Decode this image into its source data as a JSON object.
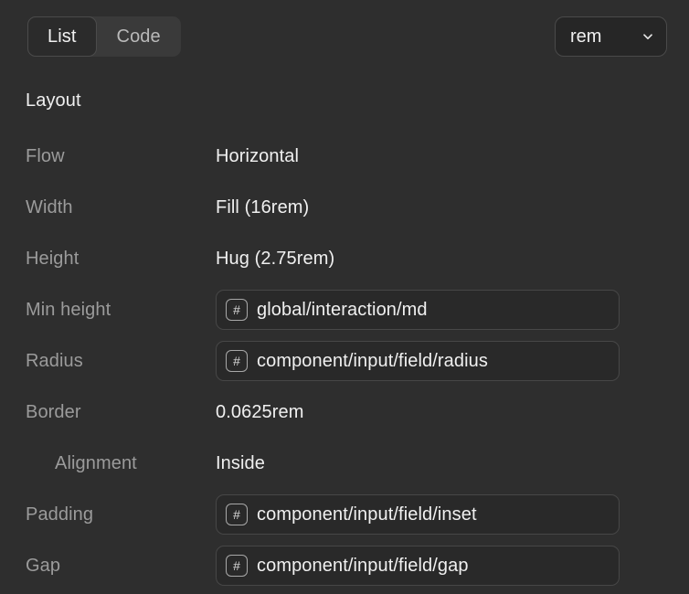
{
  "toolbar": {
    "segmented": {
      "options": [
        {
          "label": "List",
          "active": true
        },
        {
          "label": "Code",
          "active": false
        }
      ]
    },
    "unit_select": {
      "value": "rem",
      "icon": "chevron-down-icon"
    }
  },
  "section": {
    "title": "Layout"
  },
  "properties": [
    {
      "label": "Flow",
      "type": "text",
      "value": "Horizontal",
      "indent": false
    },
    {
      "label": "Width",
      "type": "text",
      "value": "Fill (16rem)",
      "indent": false
    },
    {
      "label": "Height",
      "type": "text",
      "value": "Hug (2.75rem)",
      "indent": false
    },
    {
      "label": "Min height",
      "type": "token",
      "value": "global/interaction/md",
      "indent": false,
      "token_icon": "hash-icon",
      "token_glyph": "#"
    },
    {
      "label": "Radius",
      "type": "token",
      "value": "component/input/field/radius",
      "indent": false,
      "token_icon": "hash-icon",
      "token_glyph": "#"
    },
    {
      "label": "Border",
      "type": "text",
      "value": "0.0625rem",
      "indent": false
    },
    {
      "label": "Alignment",
      "type": "text",
      "value": "Inside",
      "indent": true
    },
    {
      "label": "Padding",
      "type": "token",
      "value": "component/input/field/inset",
      "indent": false,
      "token_icon": "hash-icon",
      "token_glyph": "#"
    },
    {
      "label": "Gap",
      "type": "token",
      "value": "component/input/field/gap",
      "indent": false,
      "token_icon": "hash-icon",
      "token_glyph": "#"
    }
  ],
  "colors": {
    "background": "#2e2e2e",
    "label_text": "#9b9b9b",
    "value_text": "#f0f0f0",
    "field_fill": "#292929",
    "field_border": "#474747",
    "segment_track": "#3a3a3a",
    "segment_active": "#2b2b2b"
  }
}
